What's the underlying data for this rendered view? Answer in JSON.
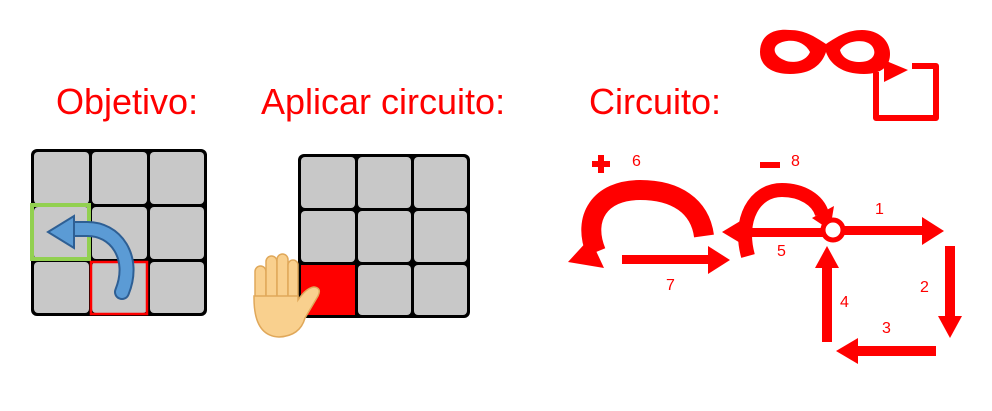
{
  "labels": {
    "goal": "Objetivo:",
    "apply": "Aplicar circuito:",
    "circuit": "Circuito:"
  },
  "circuit_steps": [
    "1",
    "2",
    "3",
    "4",
    "5",
    "6",
    "7",
    "8"
  ],
  "signs": {
    "plus": "+",
    "minus": "−"
  },
  "colors": {
    "accent": "#ff0000",
    "tile": "#c8c8c8",
    "grid_border": "#000000",
    "highlight_green": "#92d050",
    "arrow_blue": "#4a86c8",
    "hand": "#f9d08e"
  }
}
